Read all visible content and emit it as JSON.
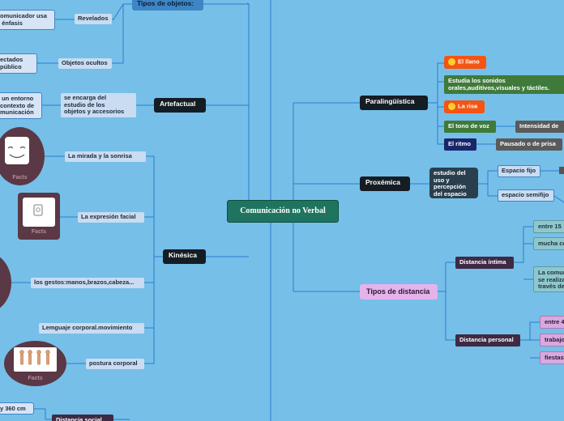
{
  "central": "Comunicación no Verbal",
  "left": {
    "tipos_objetos": "Tipos de objetos:",
    "revelados": "Revelados",
    "revelados_leaf": "omunicador usa\n énfasis",
    "objetos_ocultos": "Objetos ocultos",
    "ocultos_leaf": "ectados\npúblico",
    "artefactual": "Artefactual",
    "artefactual_desc": "se encarga del\nestudio de los\nobjetos y accesorios",
    "artefactual_leaf": " un entorno\ncontexto de\nmunicación",
    "kinesica": "Kinésica",
    "mirada": "La mirada y la sonrisa",
    "expresion": "La expresión facial",
    "gestos": "los gestos:manos,brazos,cabeza...",
    "lenguaje": "Lemguaje corporal.movimiento",
    "postura": "postura corporal",
    "image_caption": "Facts",
    "social_leaf": "y 360 cm",
    "distancia_social": "Distancia social"
  },
  "right": {
    "paralinguistica": "Paralingüística",
    "llanto": "El llano",
    "estudia": "Estudia los sonidos orales,auditivos,visuales y táctiles.",
    "risa": "La risa",
    "tono": "El tono de voz",
    "intensidad": "Intensidad de",
    "ritmo": "El ritmo",
    "pausado": "Pausado o de prisa",
    "proxemica": "Proxémica",
    "proxemica_desc": "estudio del uso y percepción del espacio",
    "espacio_fijo": "Espacio fijo",
    "espacio_semifijo": "espacio semifijo",
    "tipos_distancia": "Tipos de distancia",
    "intima": "Distancia íntima",
    "entre15": "entre 15",
    "mucha": "mucha co",
    "comunicacion": "La comuni\nse realiza\ntravés de",
    "personal": "Distancia personal",
    "entre4": "entre 4",
    "trabajo": "trabajo",
    "fiestas": "fiestas"
  },
  "colors": {
    "background": "#76bfe8",
    "central": "#1f7460",
    "connector": "#2b7ecf",
    "dark_node": "#151d24",
    "pink_node": "#e6b2ec"
  }
}
